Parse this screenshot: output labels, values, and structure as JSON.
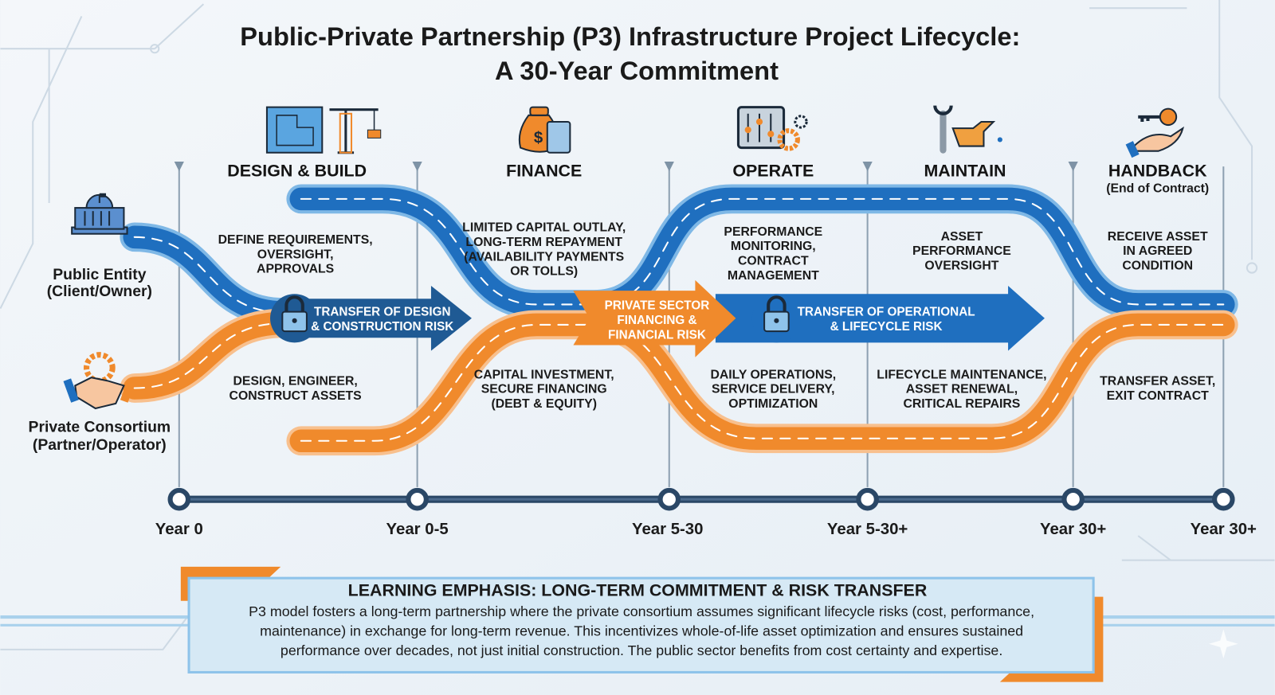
{
  "title": {
    "line1": "Public-Private Partnership (P3) Infrastructure Project Lifecycle:",
    "line2": "A 30-Year Commitment"
  },
  "parties": {
    "public": {
      "line1": "Public Entity",
      "line2": "(Client/Owner)",
      "icon": "government-building-icon"
    },
    "private": {
      "line1": "Private Consortium",
      "line2": "(Partner/Operator)",
      "icon": "handshake-gear-icon"
    }
  },
  "phases": [
    {
      "label": "DESIGN & BUILD",
      "icon": "blueprint-crane-icon"
    },
    {
      "label": "FINANCE",
      "icon": "money-bag-calculator-icon"
    },
    {
      "label": "OPERATE",
      "icon": "control-panel-gears-icon"
    },
    {
      "label": "MAINTAIN",
      "icon": "wrench-oil-can-icon"
    },
    {
      "label": "HANDBACK",
      "sublabel": "(End of Contract)",
      "icon": "key-hand-icon"
    }
  ],
  "public_roles": [
    [
      "DEFINE REQUIREMENTS,",
      "OVERSIGHT,",
      "APPROVALS"
    ],
    [
      "LIMITED CAPITAL OUTLAY,",
      "LONG-TERM REPAYMENT",
      "(AVAILABILITY PAYMENTS",
      "OR TOLLS)"
    ],
    [
      "PERFORMANCE",
      "MONITORING,",
      "CONTRACT",
      "MANAGEMENT"
    ],
    [
      "ASSET",
      "PERFORMANCE",
      "OVERSIGHT"
    ],
    [
      "RECEIVE ASSET",
      "IN AGREED",
      "CONDITION"
    ]
  ],
  "private_roles": [
    [
      "DESIGN, ENGINEER,",
      "CONSTRUCT ASSETS"
    ],
    [
      "CAPITAL INVESTMENT,",
      "SECURE FINANCING",
      "(DEBT & EQUITY)"
    ],
    [
      "DAILY OPERATIONS,",
      "SERVICE DELIVERY,",
      "OPTIMIZATION"
    ],
    [
      "LIFECYCLE MAINTENANCE,",
      "ASSET RENEWAL,",
      "CRITICAL REPAIRS"
    ],
    [
      "TRANSFER ASSET,",
      "EXIT CONTRACT"
    ]
  ],
  "risk_transfers": [
    {
      "line1": "TRANSFER OF DESIGN",
      "line2": "& CONSTRUCTION RISK",
      "icon": "padlock-icon",
      "color": "#1f5a94"
    },
    {
      "line1": "PRIVATE SECTOR",
      "line2": "FINANCING &",
      "line3": "FINANCIAL RISK",
      "color": "#f08a2c"
    },
    {
      "line1": "TRANSFER OF OPERATIONAL",
      "line2": "& LIFECYCLE RISK",
      "icon": "padlock-icon",
      "color": "#1f6fbf"
    }
  ],
  "timeline": [
    "Year 0",
    "Year 0-5",
    "Year 5-30",
    "Year 5-30+",
    "Year 30+",
    "Year 30+"
  ],
  "emphasis": {
    "heading": "LEARNING EMPHASIS: LONG-TERM COMMITMENT & RISK TRANSFER",
    "lines": [
      "P3 model fosters a long-term partnership where the private consortium assumes significant lifecycle risks (cost, performance,",
      "maintenance) in exchange for long-term revenue. This incentivizes whole-of-life asset optimization and ensures sustained",
      "performance over decades, not just initial construction. The public sector benefits from cost certainty and expertise."
    ]
  },
  "colors": {
    "public_road": "#1f6fbf",
    "private_road": "#f08a2c",
    "timeline": "#2a4766",
    "box_fill": "#d6e9f5"
  }
}
